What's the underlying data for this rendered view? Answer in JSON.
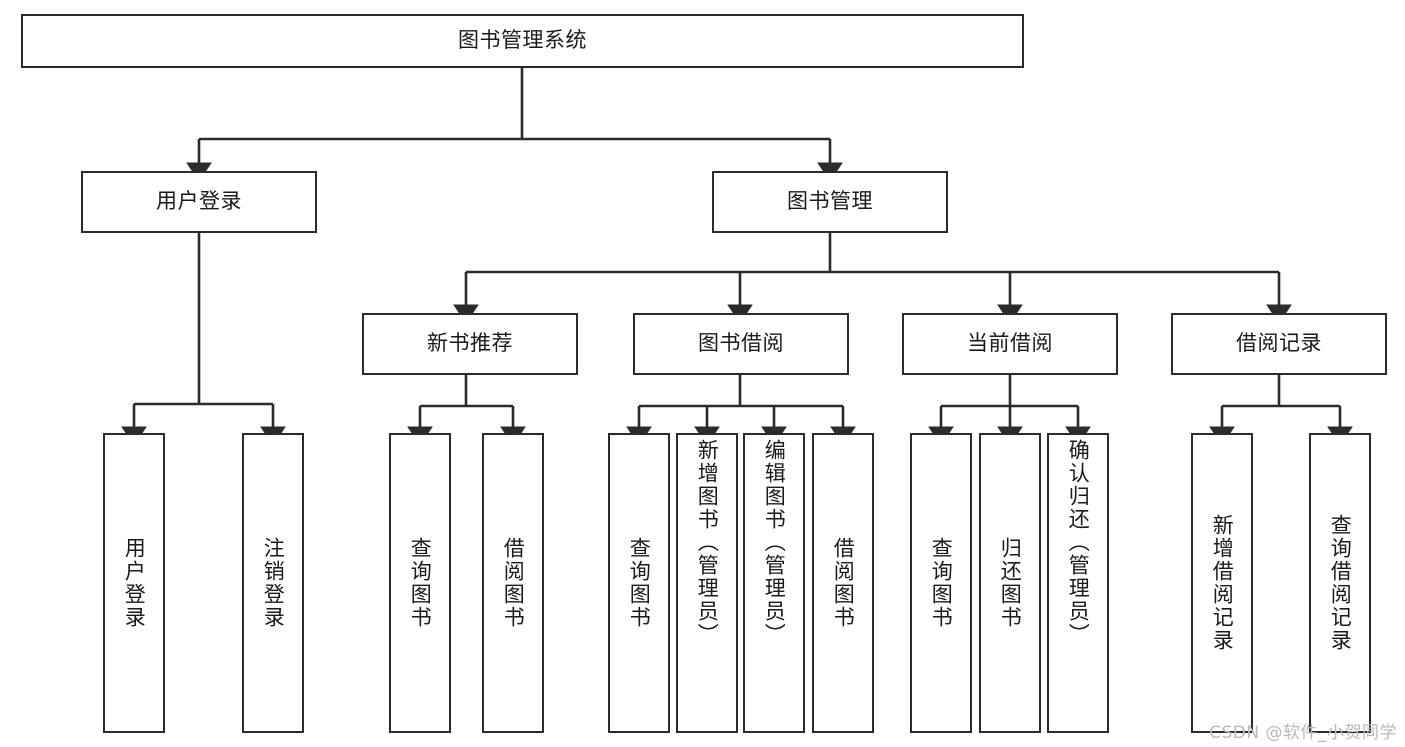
{
  "diagram": {
    "title": "图书管理系统",
    "type": "tree-hierarchy-chart",
    "colors": {
      "stroke": "#2b2b2b",
      "fill": "#ffffff",
      "text": "#1a1a1a",
      "watermark": "#b9b9b9"
    },
    "root": {
      "label": "图书管理系统"
    },
    "level2": [
      {
        "label": "用户登录"
      },
      {
        "label": "图书管理"
      }
    ],
    "level3": [
      {
        "label": "新书推荐"
      },
      {
        "label": "图书借阅"
      },
      {
        "label": "当前借阅"
      },
      {
        "label": "借阅记录"
      }
    ],
    "leaves": {
      "user_login": [
        {
          "label": "用户登录"
        },
        {
          "label": "注销登录"
        }
      ],
      "new_book_recommend": [
        {
          "label": "查询图书"
        },
        {
          "label": "借阅图书"
        }
      ],
      "book_borrow": [
        {
          "label": "查询图书"
        },
        {
          "label": "新增图书（管理员）"
        },
        {
          "label": "编辑图书（管理员）"
        },
        {
          "label": "借阅图书"
        }
      ],
      "current_borrow": [
        {
          "label": "查询图书"
        },
        {
          "label": "归还图书"
        },
        {
          "label": "确认归还（管理员）"
        }
      ],
      "borrow_records": [
        {
          "label": "新增借阅记录"
        },
        {
          "label": "查询借阅记录"
        }
      ]
    }
  },
  "watermark": {
    "text": "CSDN @软件_小贺同学"
  }
}
